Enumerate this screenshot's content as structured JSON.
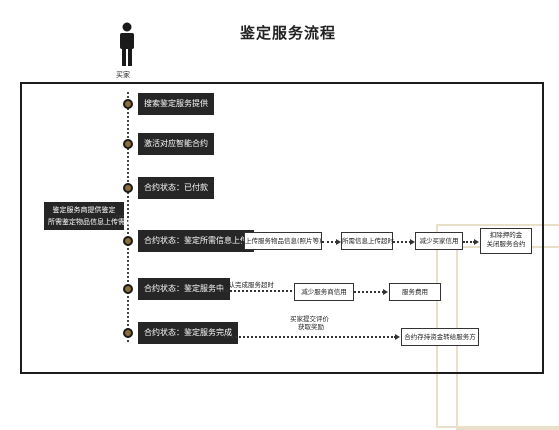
{
  "title": "鉴定服务流程",
  "actor": {
    "label": "买家"
  },
  "side_note": {
    "lines": [
      "鉴定服务商提供鉴定",
      "所需鉴定物品信息上传需求"
    ]
  },
  "stages": [
    {
      "label": "搜索鉴定服务提供"
    },
    {
      "label": "激活对应智能合约"
    },
    {
      "label": "合约状态：已付款"
    },
    {
      "label": "合约状态：鉴定所需信息上传"
    },
    {
      "label": "合约状态：鉴定服务中"
    },
    {
      "label": "合约状态：鉴定服务完成"
    }
  ],
  "row_upload": {
    "box1": "上传服务物品信息(照片等)",
    "box2": "所需信息上传超时",
    "box3": "减少买家信用",
    "box4_lines": [
      "扣除押的金",
      "关闭服务合约"
    ]
  },
  "row_service": {
    "edge_label": "确认完成服务超时",
    "box1": "减少服务商信用",
    "box2": "服务费用"
  },
  "row_complete": {
    "edge_label_lines": [
      "买家提交评价",
      "获取奖励"
    ],
    "box1": "合约存持资金转给服务方"
  },
  "colors": {
    "stage_bg": "#262626",
    "dot_fill": "#8a6d3b",
    "frame": "#1c1c1c",
    "deco": "#eadfc8"
  }
}
